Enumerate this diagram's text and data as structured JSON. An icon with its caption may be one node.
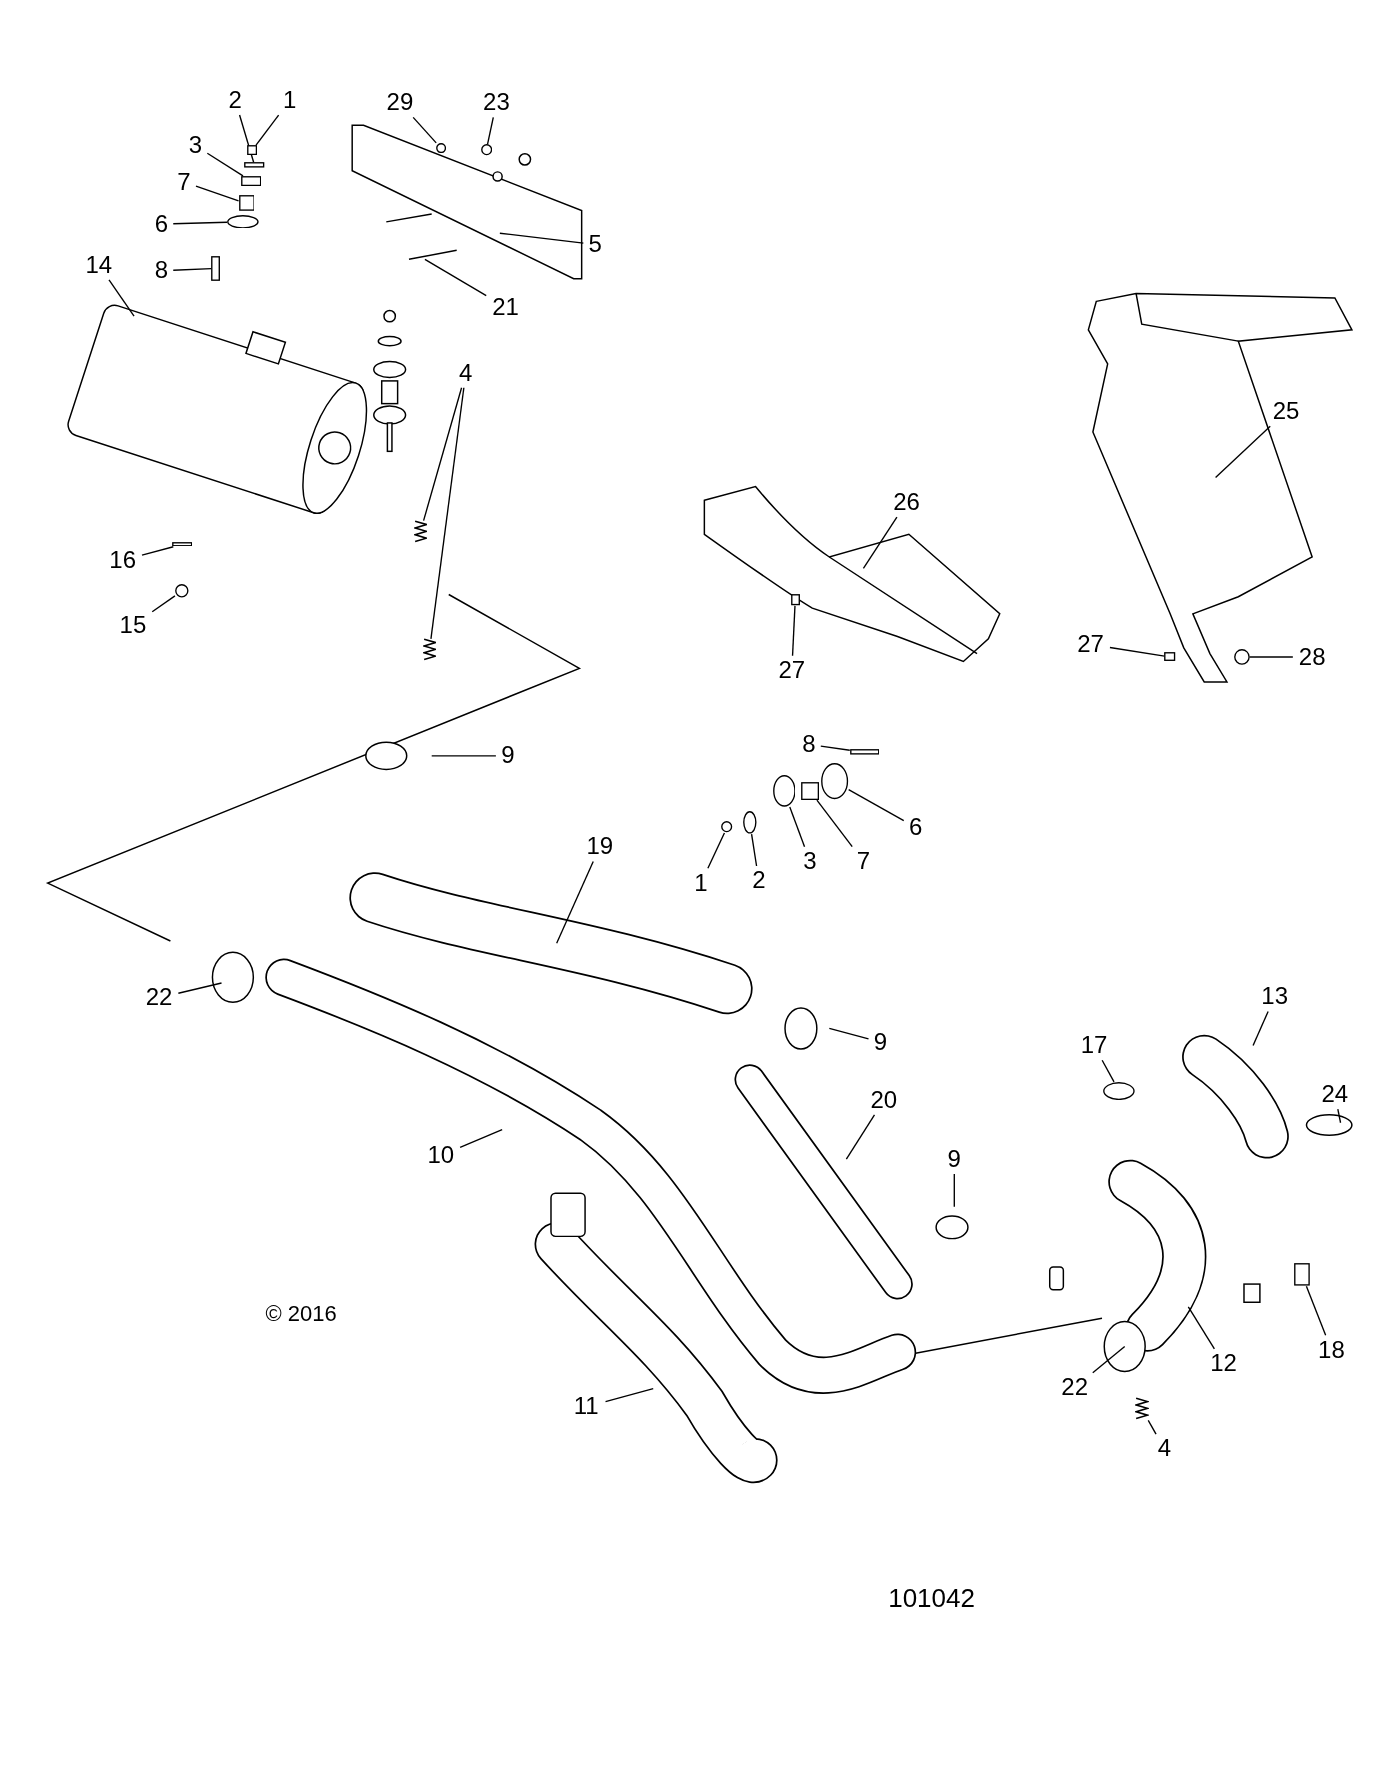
{
  "diagram": {
    "nodes": [
      {
        "text": [
          "1"
        ]
      },
      {
        "text": [
          "2"
        ]
      },
      {
        "text": [
          "29"
        ]
      },
      {
        "text": [
          "23"
        ]
      },
      {
        "text": [
          "3"
        ]
      },
      {
        "text": [
          "7"
        ]
      },
      {
        "text": [
          "6"
        ]
      },
      {
        "text": [
          "5"
        ]
      },
      {
        "text": [
          "14"
        ]
      },
      {
        "text": [
          "8"
        ]
      },
      {
        "text": [
          "21"
        ]
      },
      {
        "text": [
          "4"
        ]
      },
      {
        "text": [
          "25"
        ]
      },
      {
        "text": [
          "26"
        ]
      },
      {
        "text": [
          "16"
        ]
      },
      {
        "text": [
          "15"
        ]
      },
      {
        "text": [
          "27"
        ]
      },
      {
        "text": [
          "28"
        ]
      },
      {
        "text": [
          "27"
        ]
      },
      {
        "text": [
          "8"
        ]
      },
      {
        "text": [
          "9"
        ]
      },
      {
        "text": [
          "6"
        ]
      },
      {
        "text": [
          "19"
        ]
      },
      {
        "text": [
          "7"
        ]
      },
      {
        "text": [
          "3"
        ]
      },
      {
        "text": [
          "2"
        ]
      },
      {
        "text": [
          "1"
        ]
      },
      {
        "text": [
          "22"
        ]
      },
      {
        "text": [
          "13"
        ]
      },
      {
        "text": [
          "9"
        ]
      },
      {
        "text": [
          "17"
        ]
      },
      {
        "text": [
          "24"
        ]
      },
      {
        "text": [
          "20"
        ]
      },
      {
        "text": [
          "10"
        ]
      },
      {
        "text": [
          "9"
        ]
      },
      {
        "text": [
          "18"
        ]
      },
      {
        "text": [
          "12"
        ]
      },
      {
        "text": [
          "22"
        ]
      },
      {
        "text": [
          "11"
        ]
      },
      {
        "text": [
          "4"
        ]
      },
      {
        "text": [],
        "shape": "box"
      },
      {
        "text": [],
        "shape": "bar"
      },
      {
        "text": [],
        "shape": "circle"
      },
      {
        "text": [],
        "shape": "circle"
      },
      {
        "text": [],
        "shape": "box"
      },
      {
        "text": [],
        "shape": "box"
      },
      {
        "text": [],
        "shape": "circle"
      },
      {
        "text": [],
        "shape": "bar"
      },
      {
        "text": [],
        "shape": "spring"
      },
      {
        "text": [],
        "shape": "spring"
      },
      {
        "text": [],
        "shape": "bar"
      },
      {
        "text": [],
        "shape": "circle"
      },
      {
        "text": [],
        "shape": "box"
      },
      {
        "text": [],
        "shape": "circle"
      },
      {
        "text": [],
        "shape": "box"
      },
      {
        "text": [],
        "shape": "bar"
      },
      {
        "text": [],
        "shape": "circle"
      },
      {
        "text": [],
        "shape": "box"
      },
      {
        "text": [],
        "shape": "circle"
      },
      {
        "text": [],
        "shape": "circle"
      },
      {
        "text": [],
        "shape": "circle"
      },
      {
        "text": [],
        "shape": "circle"
      },
      {
        "text": [],
        "shape": "box"
      },
      {
        "text": [],
        "shape": "spring"
      }
    ],
    "edges": [
      {
        "from": 0,
        "to": 40,
        "arrow": "none"
      },
      {
        "from": 1,
        "to": 41,
        "arrow": "none"
      },
      {
        "from": 2,
        "to": 42,
        "arrow": "none"
      },
      {
        "from": 3,
        "to": 43,
        "arrow": "none"
      },
      {
        "from": 4,
        "to": 44,
        "arrow": "none"
      },
      {
        "from": 5,
        "to": 45,
        "arrow": "none"
      },
      {
        "from": 6,
        "to": 46,
        "arrow": "none"
      },
      {
        "from": 7,
        "to": null,
        "arrow": "none"
      },
      {
        "from": 8,
        "to": null,
        "arrow": "none"
      },
      {
        "from": 9,
        "to": 47,
        "arrow": "none"
      },
      {
        "from": 10,
        "to": null,
        "arrow": "none"
      },
      {
        "from": 11,
        "to": 48,
        "arrow": "none"
      },
      {
        "from": 11,
        "to": 49,
        "arrow": "none"
      },
      {
        "from": 12,
        "to": null,
        "arrow": "none"
      },
      {
        "from": 13,
        "to": null,
        "arrow": "none"
      },
      {
        "from": 14,
        "to": 50,
        "arrow": "none"
      },
      {
        "from": 15,
        "to": 51,
        "arrow": "none"
      },
      {
        "from": 16,
        "to": 52,
        "arrow": "none"
      },
      {
        "from": 17,
        "to": 53,
        "arrow": "none"
      },
      {
        "from": 18,
        "to": 54,
        "arrow": "none"
      },
      {
        "from": 19,
        "to": 55,
        "arrow": "none"
      },
      {
        "from": 20,
        "to": null,
        "arrow": "none"
      },
      {
        "from": 21,
        "to": 56,
        "arrow": "none"
      },
      {
        "from": 22,
        "to": null,
        "arrow": "none"
      },
      {
        "from": 23,
        "to": 57,
        "arrow": "none"
      },
      {
        "from": 24,
        "to": 58,
        "arrow": "none"
      },
      {
        "from": 25,
        "to": 59,
        "arrow": "none"
      },
      {
        "from": 26,
        "to": 60,
        "arrow": "none"
      },
      {
        "from": 27,
        "to": null,
        "arrow": "none"
      },
      {
        "from": 28,
        "to": null,
        "arrow": "none"
      },
      {
        "from": 29,
        "to": null,
        "arrow": "none"
      },
      {
        "from": 30,
        "to": 61,
        "arrow": "none"
      },
      {
        "from": 31,
        "to": null,
        "arrow": "none"
      },
      {
        "from": 32,
        "to": null,
        "arrow": "none"
      },
      {
        "from": 33,
        "to": null,
        "arrow": "none"
      },
      {
        "from": 34,
        "to": null,
        "arrow": "none"
      },
      {
        "from": 35,
        "to": 62,
        "arrow": "none"
      },
      {
        "from": 36,
        "to": null,
        "arrow": "none"
      },
      {
        "from": 37,
        "to": null,
        "arrow": "none"
      },
      {
        "from": 38,
        "to": null,
        "arrow": "none"
      },
      {
        "from": 39,
        "to": 63,
        "arrow": "none"
      }
    ],
    "labels": [
      "© 2016",
      "101042"
    ]
  }
}
